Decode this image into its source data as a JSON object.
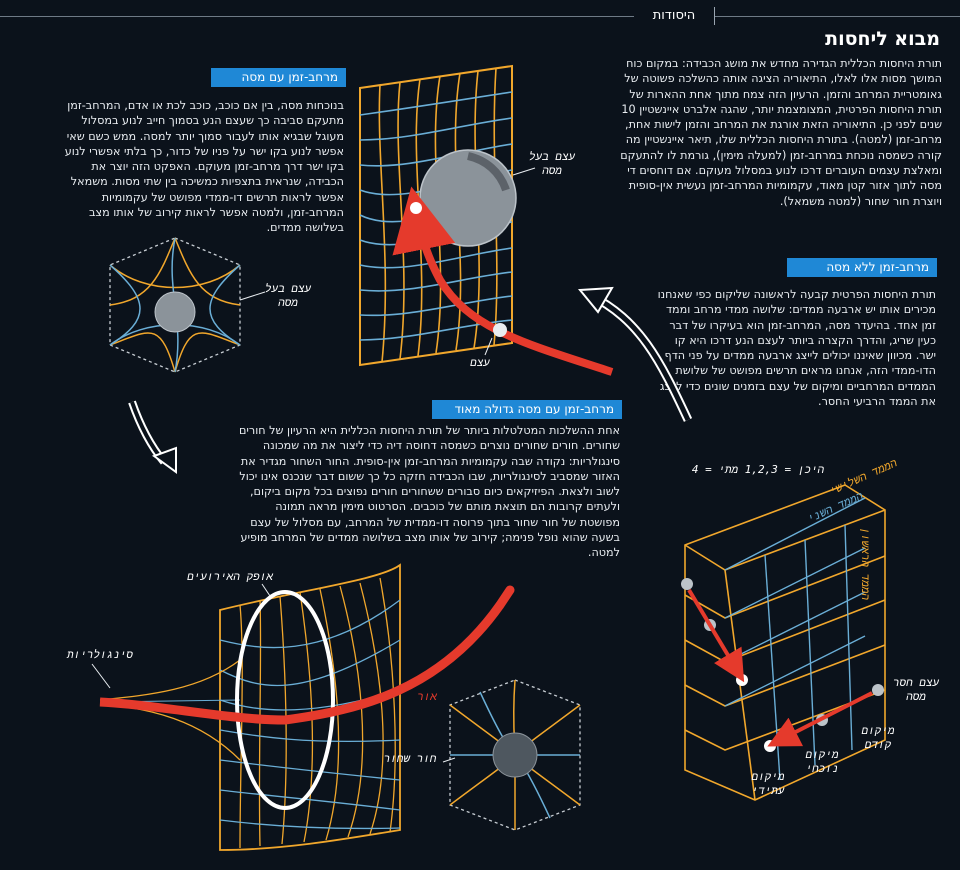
{
  "header": {
    "section": "היסודות"
  },
  "title": "מבוא ליחסות",
  "intro": "תורת היחסות הכללית הגדירה מחדש את מושג הכבידה: במקום כוח המושך מסות אלו לאלו, התיאוריה הציגה אותה כהשלכה פשוטה של גאומטריית המרחב והזמן. הרעיון הזה צמח מתוך אחת ההארות של תורת היחסות הפרטית, המצומצמת יותר, שהגה אלברט איינשטיין 10 שנים לפני כן. התיאוריה הזאת אורגת את המרחב והזמן לישות אחת, מרחב-זמן (למטה). בתורת היחסות הכללית שלו, תיאר איינשטיין מה קורה כשמסה נוכחת במרחב-זמן (למעלה מימין), גורמת לו להתעקם ומאלצת עצמים העוברים דרכו לנוע במסלול מעוקם. אם דוחסים די מסה לתוך אזור קטן מאוד, עקמומיות המרחב-זמן נעשית אין-סופית ויוצרת חור שחור (למטה משמאל).",
  "no_mass": {
    "tag": "מרחב-זמן ללא מסה",
    "text": "תורת היחסות הפרטית קבעה לראשונה שליקום כפי שאנחנו מכירים אותו יש ארבעה ממדים: שלושה ממדי מרחב וממד זמן אחד. בהיעדר מסה, המרחב-זמן הוא בעיקרו של דבר כעין שריג, והדרך הקצרה ביותר לעצם הנע דרכו היא קו ישר. מכיוון שאיננו יכולים לייצג ארבעה ממדים על פני הדף הדו-ממדי הזה, אנחנו מראים תרשים מפושט של שלושת הממדים המרחביים ומיקום של עצם בזמנים שונים כדי לייצג את הממד הרביעי החסר.",
    "axes_caption": "היכן = 1,2,3    מתי = 4",
    "dims": [
      "הממד השלישי",
      "הממד השני",
      "הממד הראשון"
    ],
    "labels": {
      "object": "עצם חסר מסה",
      "past": "מיקום קודם",
      "present": "מיקום נוכחי",
      "future": "מיקום עתידי"
    }
  },
  "with_mass": {
    "tag": "מרחב-זמן עם מסה",
    "text": "בנוכחות מסה, בין אם כוכב, כוכב לכת או אדם, המרחב-זמן מתעקם סביבה כך שעצם הנע בסמוך חייב לנוע במסלול מעוגל שבגיא אותו לעבור סמוך יותר למסה. ממש כשם שאי אפשר לנוע בקו ישר על פניו של כדור, כך בלתי אפשרי לנוע בקו ישר דרך מרחב-זמן מעוקם. האפקט הזה יוצר את הכבידה, שנראית בתצפיות כמשיכה בין שתי מסות. משמאל אפשר לראות תרשים דו-ממדי מפושט של עקמומיות המרחב-זמן, ולמטה אפשר לראות קירוב של אותו מצב בשלושה ממדים.",
    "labels": {
      "mass_object": "עצם בעל מסה",
      "object": "עצם",
      "cube_mass": "עצם בעל מסה"
    }
  },
  "big_mass": {
    "tag": "מרחב-זמן עם מסה גדולה מאוד",
    "text": "אחת ההשלכות המטלטלות ביותר של תורת היחסות הכללית היא הרעיון של חורים שחורים. חורים שחורים נוצרים כשמסה דחוסה דיה כדי ליצור את מה שמכונה סינגולריות: נקודה שבה עקמומיות המרחב-זמן אין-סופית. החור השחור מגדיר את האזור שמסביב לסינגולריות, שבו הכבידה חזקה כל כך ששום דבר שנכנס אינו יכול לשוב ולצאת. הפיזיקאים כיום סבורים ששחורים חורים נפוצים בכל מקום ביקום, ולעתים קרובות הם תוצאת מותם של כוכבים. הסרטוט מימין מראה תמונה מפושטת של חור שחור בתוך פרוסה דו-ממדית של המרחב, עם מסלול של עצם בשעה שהוא נופל פנימה; קירוב של אותו מצב בשלושה ממדים של המרחב מופיע למטה.",
    "labels": {
      "horizon": "אופק האירועים",
      "singularity": "סינגולריות",
      "light": "אור",
      "black_hole": "חור שחור"
    }
  }
}
